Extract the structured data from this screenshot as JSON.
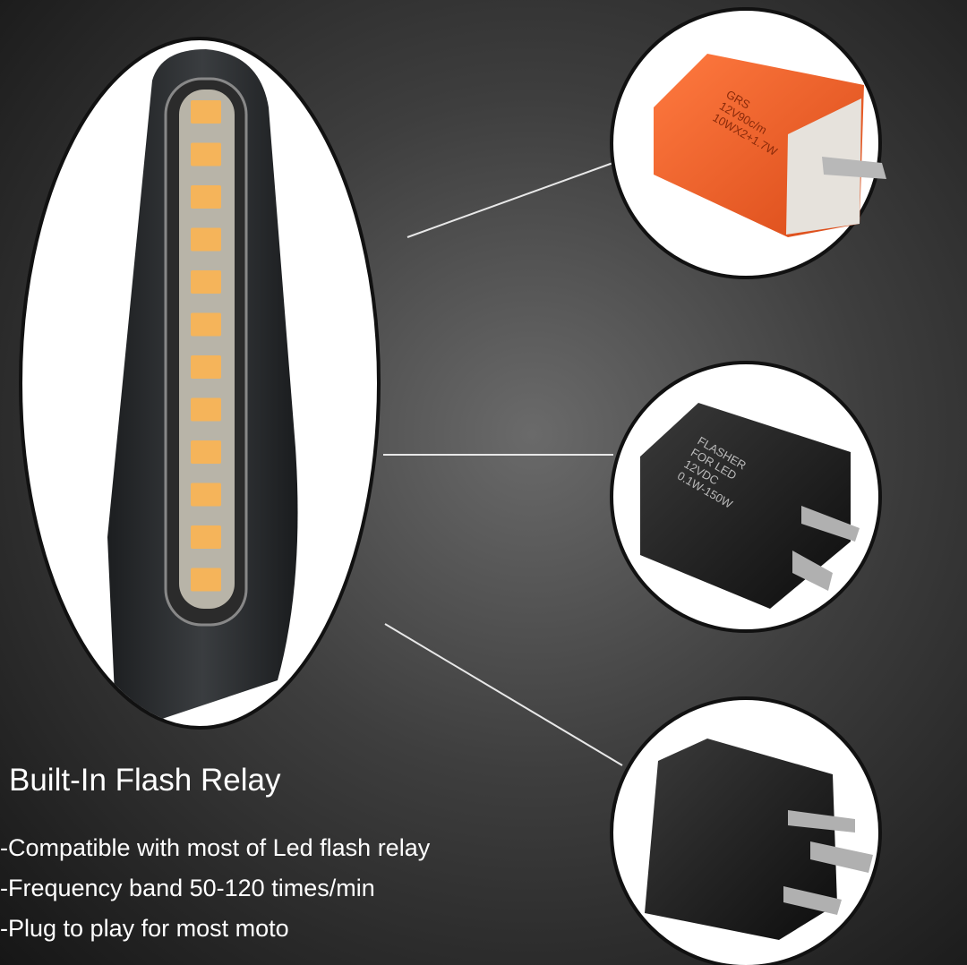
{
  "title": "Built-In Flash Relay",
  "bullets": [
    "-Compatible with most of Led flash relay",
    "-Frequency band 50-120 times/min",
    "-Plug to play for most moto"
  ],
  "relays": [
    {
      "lines": [
        "GRS",
        "12V90c/m",
        "10WX2+1.7W"
      ],
      "color": "#f0602a"
    },
    {
      "lines": [
        "FLASHER",
        "FOR LED",
        "12VDC",
        "0.1W-150W"
      ],
      "color": "#1c1c1c"
    },
    {
      "lines": [],
      "color": "#1a1a1a"
    }
  ],
  "led_color": "#f5b45a"
}
